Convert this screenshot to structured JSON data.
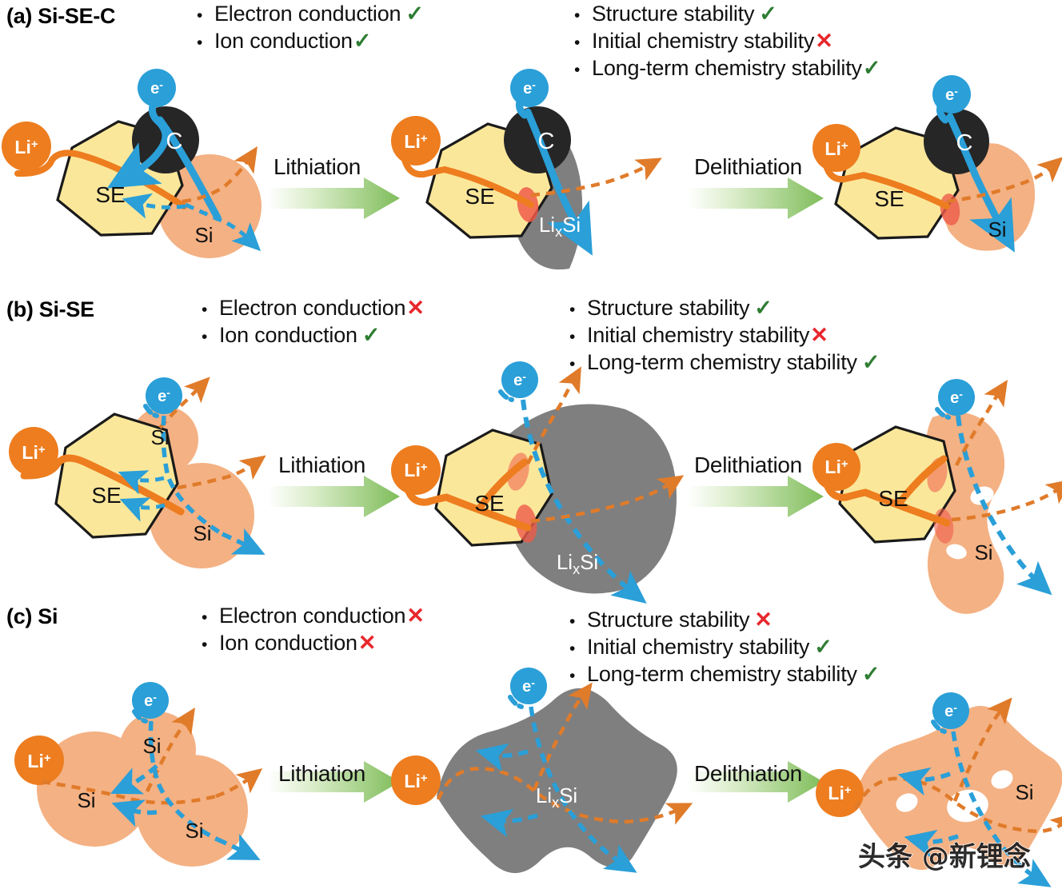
{
  "figure": {
    "title_caption": "",
    "watermark": "头条 @新锂念",
    "background_color": "#ffffff"
  },
  "colors": {
    "check_green": "#2e7d32",
    "cross_red": "#e8272c",
    "se_fill": "#fbe79a",
    "se_stroke": "#1a1a1a",
    "si_fill": "#f4b183",
    "lixsi_fill": "#7f7f7f",
    "carbon_fill": "#262626",
    "li_ion": "#ed7d1f",
    "electron": "#2a9fd8",
    "arrow_green_light": "#ffffff",
    "arrow_green_dark": "#7fbd5a",
    "interface_red": "#ee5b4a"
  },
  "rows": [
    {
      "label": "(a) Si-SE-C",
      "left_bullets": [
        {
          "text": "Electron conduction",
          "mark": "check"
        },
        {
          "text": "Ion conduction",
          "mark": "check"
        }
      ],
      "right_bullets": [
        {
          "text": "Structure stability",
          "mark": "check"
        },
        {
          "text": "Initial chemistry stability",
          "mark": "cross"
        },
        {
          "text": "Long-term chemistry stability",
          "mark": "check"
        }
      ],
      "process_arrows": [
        "Lithiation",
        "Delithiation"
      ],
      "stages": [
        {
          "species": [
            "Li+",
            "SE",
            "C",
            "e-",
            "Si"
          ]
        },
        {
          "species": [
            "Li+",
            "SE",
            "C",
            "e-",
            "LixSi"
          ]
        },
        {
          "species": [
            "Li+",
            "SE",
            "C",
            "e-",
            "Si"
          ]
        }
      ]
    },
    {
      "label": "(b) Si-SE",
      "left_bullets": [
        {
          "text": "Electron conduction",
          "mark": "cross"
        },
        {
          "text": "Ion conduction",
          "mark": "check"
        }
      ],
      "right_bullets": [
        {
          "text": "Structure stability",
          "mark": "check"
        },
        {
          "text": "Initial chemistry stability",
          "mark": "cross"
        },
        {
          "text": "Long-term chemistry stability",
          "mark": "check"
        }
      ],
      "process_arrows": [
        "Lithiation",
        "Delithiation"
      ],
      "stages": [
        {
          "species": [
            "Li+",
            "SE",
            "e-",
            "Si",
            "Si"
          ]
        },
        {
          "species": [
            "Li+",
            "SE",
            "e-",
            "LixSi"
          ]
        },
        {
          "species": [
            "Li+",
            "SE",
            "e-",
            "Si"
          ]
        }
      ]
    },
    {
      "label": "(c) Si",
      "left_bullets": [
        {
          "text": "Electron conduction",
          "mark": "cross"
        },
        {
          "text": "Ion conduction",
          "mark": "cross"
        }
      ],
      "right_bullets": [
        {
          "text": "Structure stability",
          "mark": "cross"
        },
        {
          "text": "Initial chemistry stability",
          "mark": "check"
        },
        {
          "text": "Long-term chemistry stability",
          "mark": "check"
        }
      ],
      "process_arrows": [
        "Lithiation",
        "Delithiation"
      ],
      "stages": [
        {
          "species": [
            "Li+",
            "e-",
            "Si",
            "Si",
            "Si"
          ]
        },
        {
          "species": [
            "Li+",
            "e-",
            "LixSi"
          ]
        },
        {
          "species": [
            "Li+",
            "e-",
            "Si"
          ]
        }
      ]
    }
  ],
  "species_labels": {
    "se": "SE",
    "si": "Si",
    "carbon": "C",
    "lithium_ion": "Li",
    "lithium_ion_sup": "+",
    "electron": "e",
    "electron_sup": "-",
    "lixsi_pre": "Li",
    "lixsi_sub": "x",
    "lixsi_post": "Si"
  },
  "marks": {
    "check": "✓",
    "cross": "✕"
  }
}
